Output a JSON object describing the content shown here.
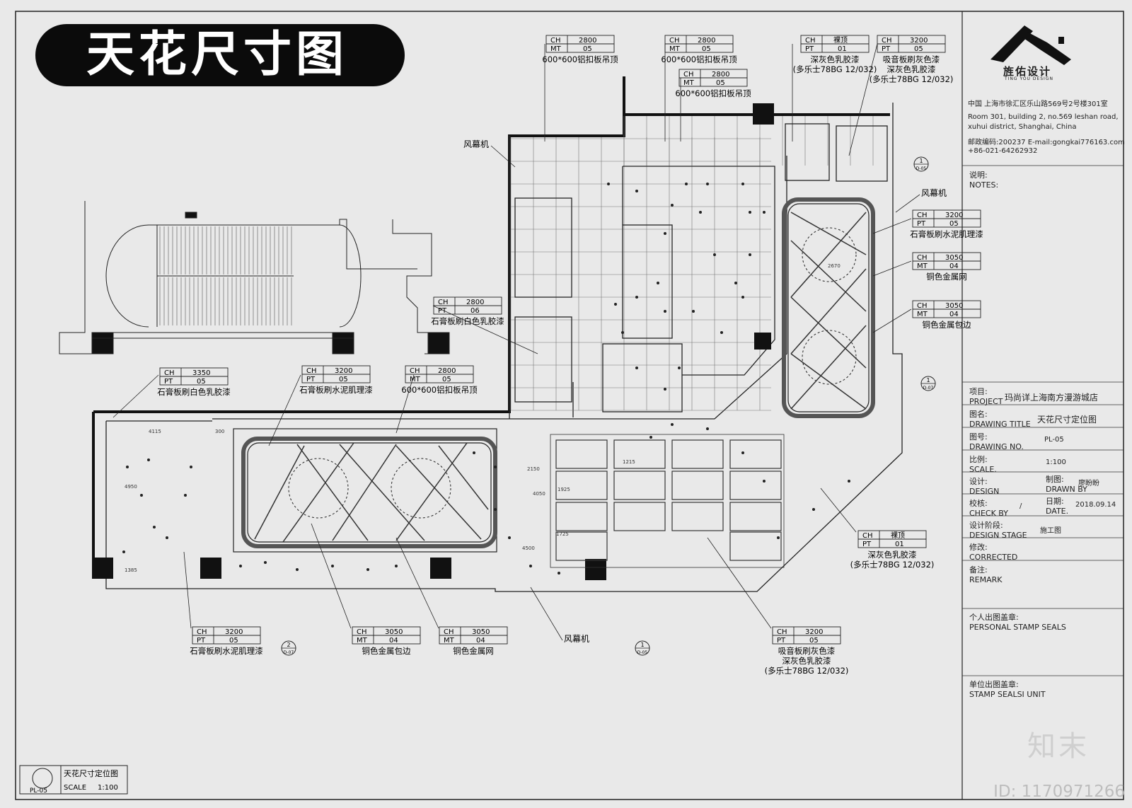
{
  "title": "天花尺寸图",
  "brand": {
    "name": "旌佑设计",
    "sub": "TING YOU DESIGN"
  },
  "address": {
    "cn": "中国  上海市徐汇区乐山路569号2号楼301室",
    "en1": "Room 301, building 2, no.569 leshan road,",
    "en2": "xuhui district, Shanghai, China",
    "postal": "邮政编码:200237  E-mail:gongkai776163.com",
    "phone": "+86-021-64262932"
  },
  "notes": {
    "cn": "说明:",
    "en": "NOTES:"
  },
  "title_block": {
    "project_cn": "项目:",
    "project_en": "PROJECT",
    "project_val": "玛尚详上海南方漫游城店",
    "drawing_title_cn": "图名:",
    "drawing_title_en": "DRAWING TITLE",
    "drawing_title_val": "天花尺寸定位图",
    "drawing_no_cn": "图号:",
    "drawing_no_en": "DRAWING NO.",
    "drawing_no_val": "PL-05",
    "scale_cn": "比例:",
    "scale_en": "SCALE.",
    "scale_val": "1:100",
    "design_cn": "设计:",
    "design_en": "DESIGN",
    "drawn_cn": "制图:",
    "drawn_en": "DRAWN BY",
    "drawn_val": "廖盼盼",
    "check_cn": "校核:",
    "check_en": "CHECK BY",
    "check_val": "/",
    "date_cn": "日期:",
    "date_en": "DATE.",
    "date_val": "2018.09.14",
    "stage_cn": "设计阶段:",
    "stage_en": "DESIGN STAGE",
    "stage_val": "施工图",
    "corrected_cn": "修改:",
    "corrected_en": "CORRECTED",
    "remark_cn": "备注:",
    "remark_en": "REMARK",
    "personal_cn": "个人出图盖章:",
    "personal_en": "PERSONAL STAMP SEALS",
    "unit_cn": "单位出图盖章:",
    "unit_en": "STAMP SEALSI UNIT"
  },
  "bottom_label": {
    "title": "天花尺寸定位图",
    "scale_label": "SCALE",
    "scale_val": "1:100",
    "code": "PL-05"
  },
  "watermark": "知末",
  "id_text": "ID: 1170971266",
  "tags": [
    {
      "r1a": "CH",
      "r1b": "2800",
      "r2a": "MT",
      "r2b": "05",
      "desc": [
        "600*600铝扣板吊顶"
      ]
    },
    {
      "r1a": "CH",
      "r1b": "2800",
      "r2a": "MT",
      "r2b": "05",
      "desc": [
        "600*600铝扣板吊顶"
      ]
    },
    {
      "r1a": "CH",
      "r1b": "2800",
      "r2a": "MT",
      "r2b": "05",
      "desc": [
        "600*600铝扣板吊顶"
      ]
    },
    {
      "r1a": "CH",
      "r1b": "裸顶",
      "r2a": "PT",
      "r2b": "01",
      "desc": [
        "深灰色乳胶漆",
        "(多乐士78BG 12/032)"
      ]
    },
    {
      "r1a": "CH",
      "r1b": "3200",
      "r2a": "PT",
      "r2b": "05",
      "desc": [
        "吸音板刷灰色漆",
        "深灰色乳胶漆",
        "(多乐士78BG 12/032)"
      ]
    },
    {
      "r1a": "CH",
      "r1b": "3200",
      "r2a": "PT",
      "r2b": "05",
      "desc": [
        "石膏板刷水泥肌理漆"
      ]
    },
    {
      "r1a": "CH",
      "r1b": "3050",
      "r2a": "MT",
      "r2b": "04",
      "desc": [
        "铜色金属网"
      ]
    },
    {
      "r1a": "CH",
      "r1b": "3050",
      "r2a": "MT",
      "r2b": "04",
      "desc": [
        "铜色金属包边"
      ]
    },
    {
      "r1a": "CH",
      "r1b": "2800",
      "r2a": "PT",
      "r2b": "06",
      "desc": [
        "石膏板刷白色乳胶漆"
      ]
    },
    {
      "r1a": "CH",
      "r1b": "3350",
      "r2a": "PT",
      "r2b": "05",
      "desc": [
        "石膏板刷白色乳胶漆"
      ]
    },
    {
      "r1a": "CH",
      "r1b": "3200",
      "r2a": "PT",
      "r2b": "05",
      "desc": [
        "石膏板刷水泥肌理漆"
      ]
    },
    {
      "r1a": "CH",
      "r1b": "2800",
      "r2a": "MT",
      "r2b": "05",
      "desc": [
        "600*600铝扣板吊顶"
      ]
    },
    {
      "r1a": "CH",
      "r1b": "裸顶",
      "r2a": "PT",
      "r2b": "01",
      "desc": [
        "深灰色乳胶漆",
        "(多乐士78BG 12/032)"
      ]
    },
    {
      "r1a": "CH",
      "r1b": "3200",
      "r2a": "PT",
      "r2b": "05",
      "desc": [
        "石膏板刷水泥肌理漆"
      ]
    },
    {
      "r1a": "CH",
      "r1b": "3050",
      "r2a": "MT",
      "r2b": "04",
      "desc": [
        "铜色金属包边"
      ]
    },
    {
      "r1a": "CH",
      "r1b": "3050",
      "r2a": "MT",
      "r2b": "04",
      "desc": [
        "铜色金属网"
      ]
    },
    {
      "r1a": "CH",
      "r1b": "3200",
      "r2a": "PT",
      "r2b": "05",
      "desc": [
        "吸音板刷灰色漆",
        "深灰色乳胶漆",
        "(多乐士78BG 12/032)"
      ]
    }
  ],
  "labels": {
    "fan1": "风幕机",
    "fan2": "风幕机",
    "fan3": "风幕机"
  },
  "section_markers": [
    {
      "num": "1",
      "ref": "D-05"
    },
    {
      "num": "1",
      "ref": "D-07"
    },
    {
      "num": "2",
      "ref": "D-07"
    },
    {
      "num": "1",
      "ref": "D-05"
    }
  ],
  "dims": [
    "4115",
    "300",
    "4950",
    "2150",
    "4050",
    "1925",
    "1215",
    "2670",
    "1385",
    "1725",
    "4500"
  ]
}
